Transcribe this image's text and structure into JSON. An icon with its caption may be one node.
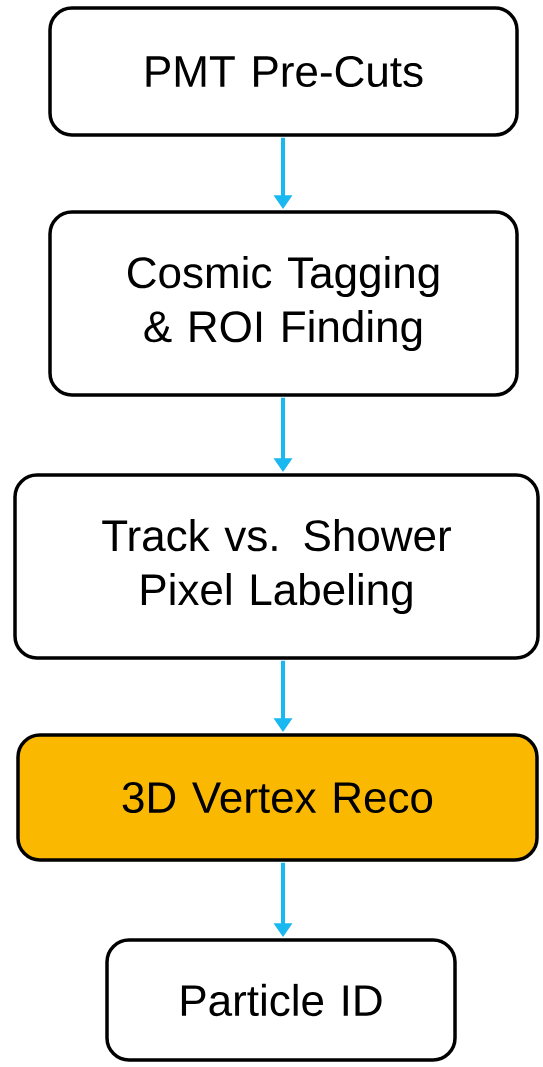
{
  "diagram": {
    "nodes": [
      {
        "text": [
          "PMT Pre-Cuts"
        ]
      },
      {
        "text": [
          "Cosmic Tagging & ROI Finding"
        ]
      },
      {
        "text": [
          "Track vs. Shower Pixel Labeling"
        ]
      },
      {
        "text": [
          "3D Vertex Reco"
        ]
      },
      {
        "text": [
          "Particle ID"
        ]
      }
    ],
    "edges": [
      {
        "from": 0,
        "to": 1,
        "arrow": "to"
      },
      {
        "from": 1,
        "to": 2,
        "arrow": "to"
      },
      {
        "from": 2,
        "to": 3,
        "arrow": "to"
      },
      {
        "from": 3,
        "to": 4,
        "arrow": "to"
      }
    ]
  }
}
